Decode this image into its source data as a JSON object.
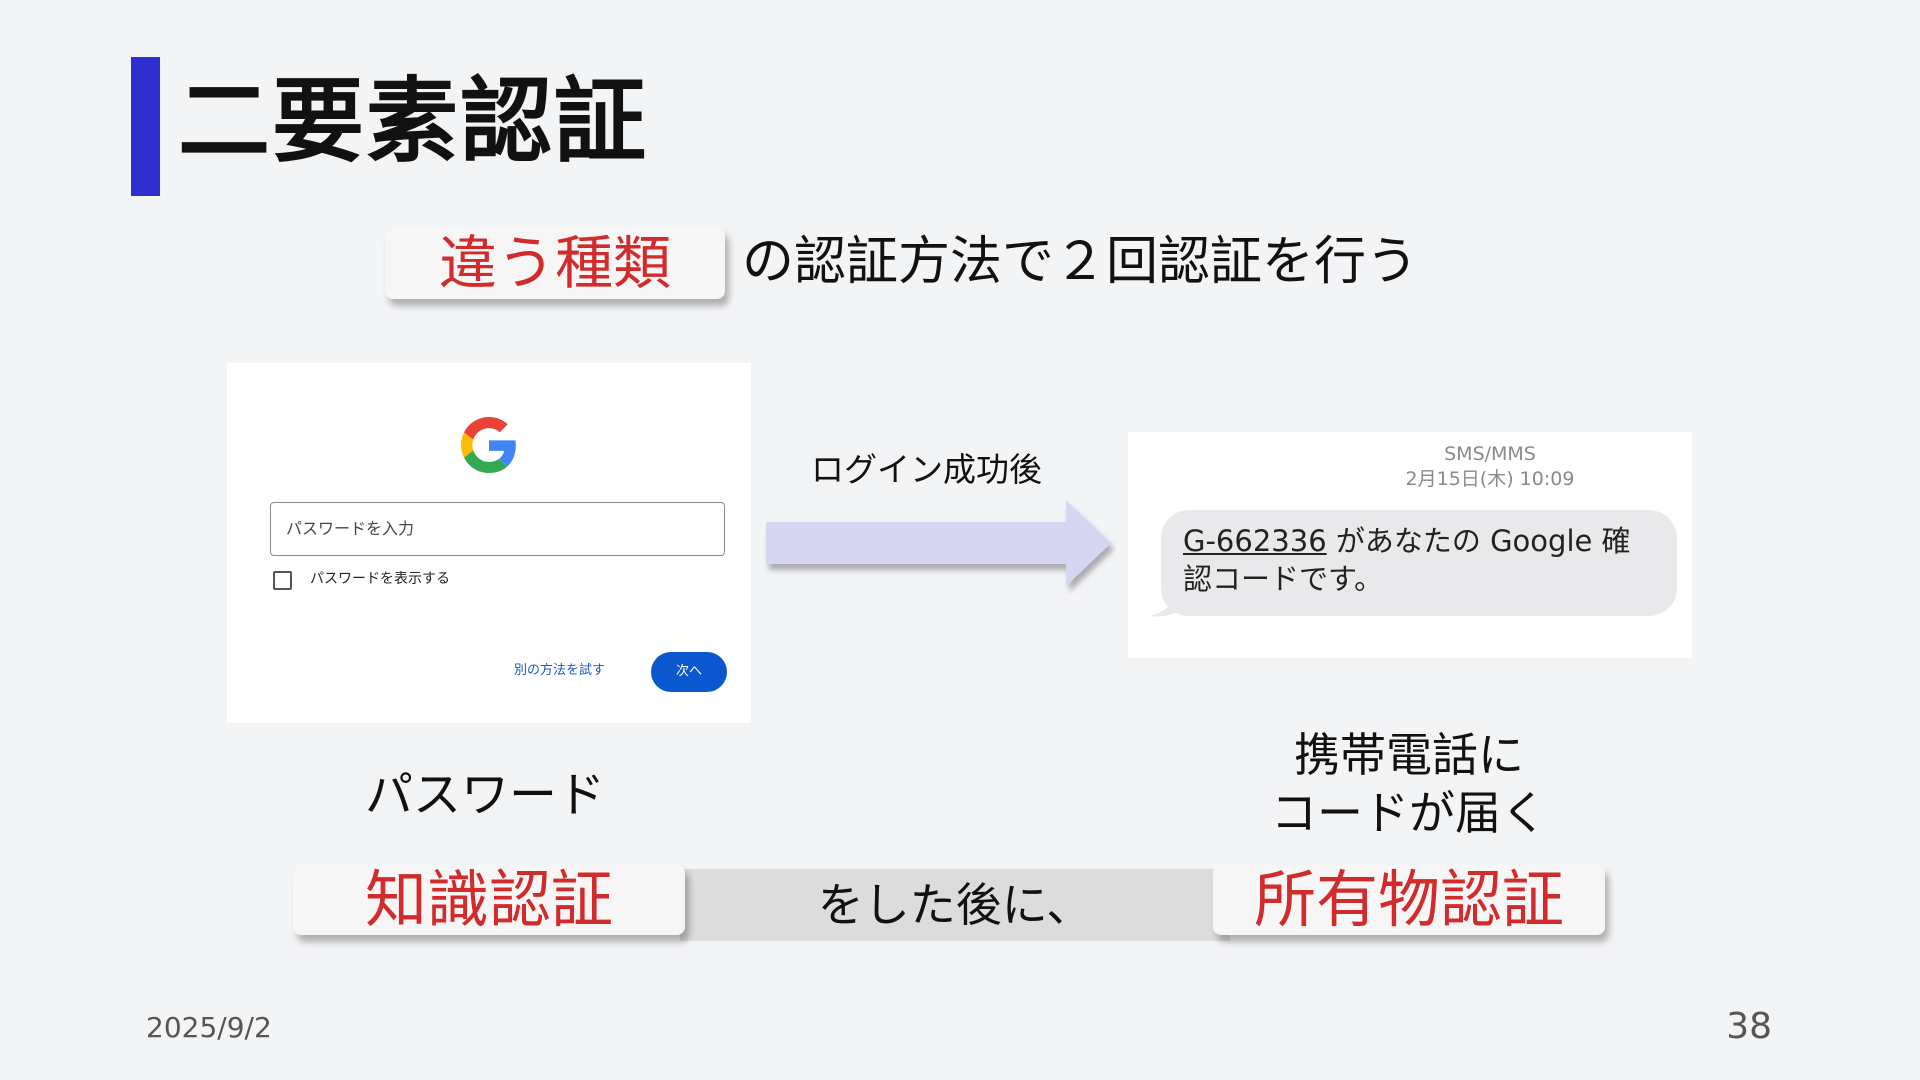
{
  "slide": {
    "title": "二要素認証",
    "highlight_top": "違う種類",
    "subtitle": "の認証方法で２回認証を行う",
    "accent_color": "#2f2fd0",
    "highlight_color": "#d22b2b"
  },
  "login_card": {
    "logo": "google-g-logo-icon",
    "password_placeholder": "パスワードを入力",
    "show_password_label": "パスワードを表示する",
    "show_password_checked": false,
    "try_another_link": "別の方法を試す",
    "next_button": "次へ",
    "button_color": "#0b57d0"
  },
  "arrow_label": "ログイン成功後",
  "sms": {
    "header": "SMS/MMS",
    "date": "2月15日(木) 10:09",
    "code": "G-662336",
    "message_line1_rest": " があなたの Google 確",
    "message_line2": "認コードです。"
  },
  "labels": {
    "password": "パスワード",
    "phone_line1": "携帯電話に",
    "phone_line2": "コードが届く"
  },
  "bottom": {
    "left_pill": "知識認証",
    "middle": "をした後に、",
    "right_pill": "所有物認証"
  },
  "footer": {
    "date": "2025/9/2",
    "page": "38"
  }
}
